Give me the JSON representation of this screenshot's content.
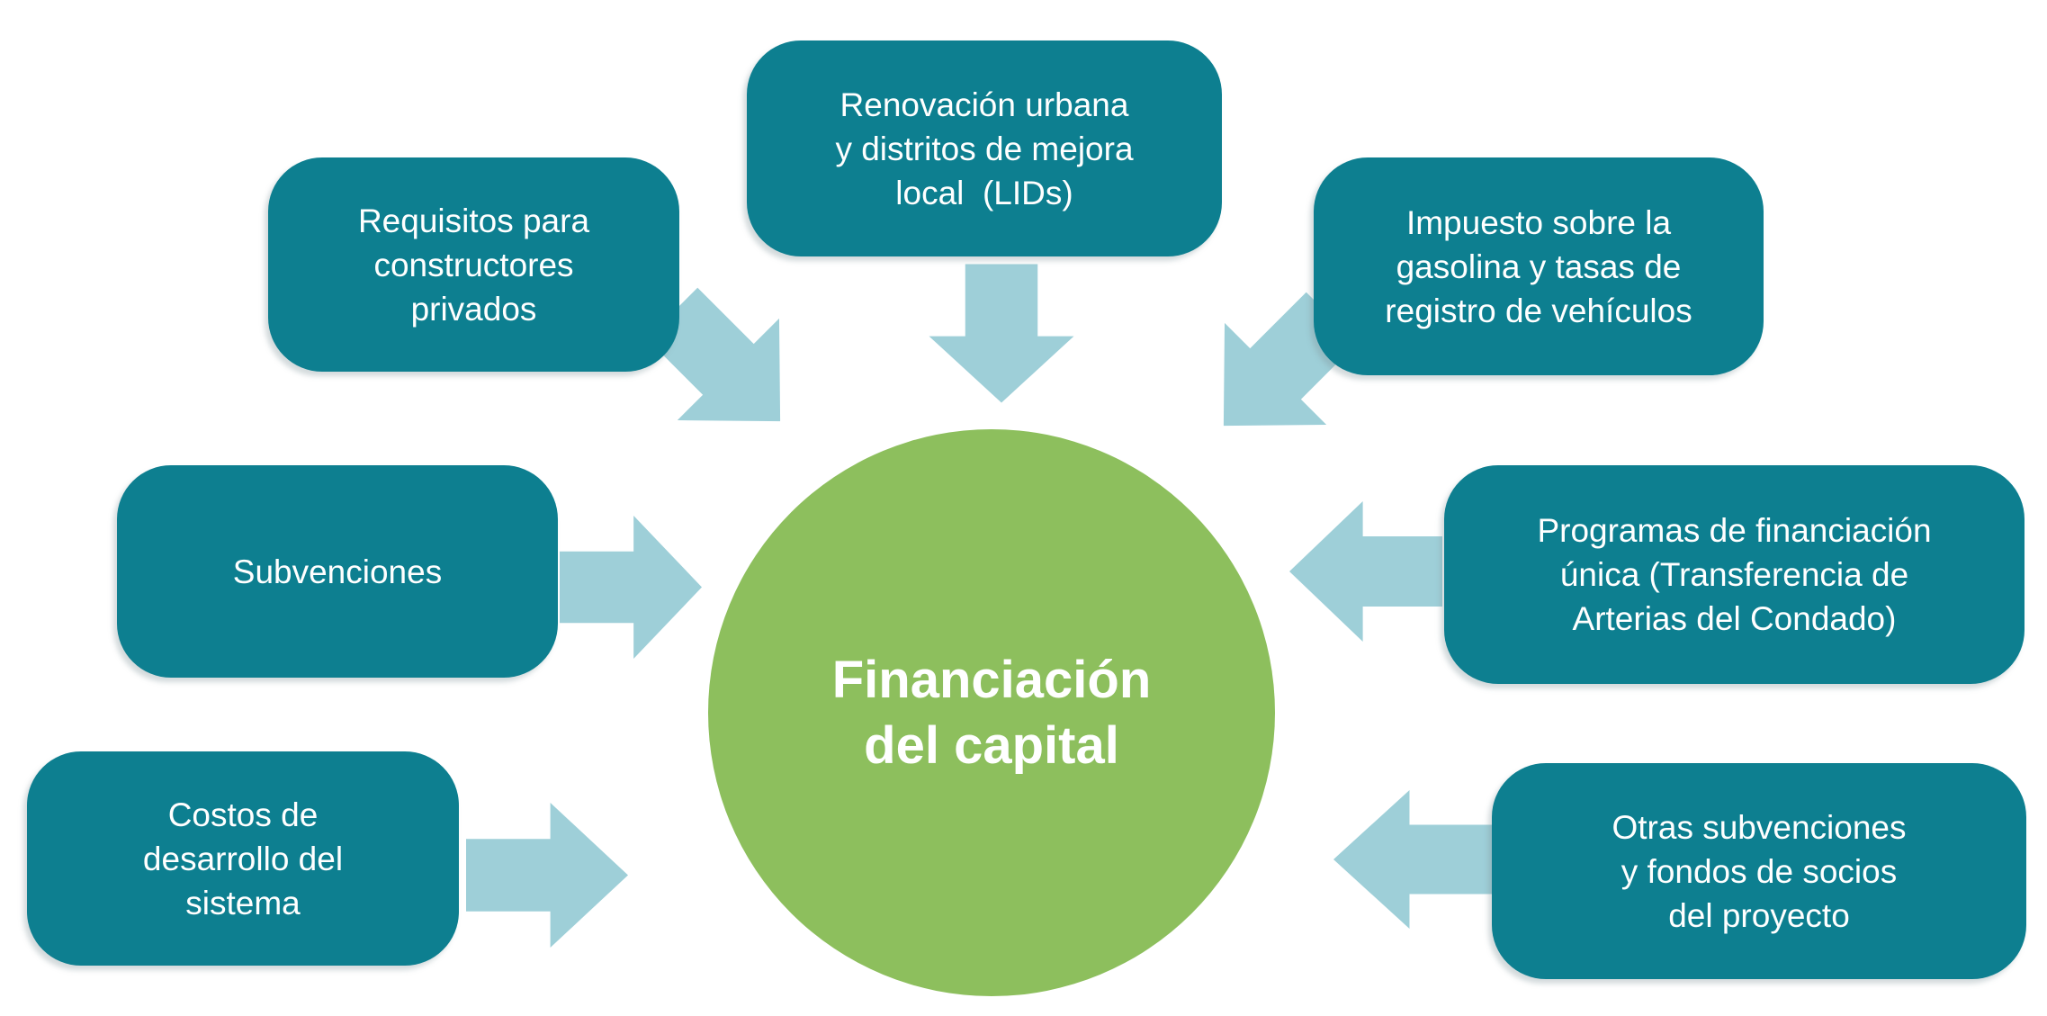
{
  "diagram": {
    "title": "Financiación del capital",
    "colors": {
      "node_fill": "#0D7F90",
      "arrow_fill": "#9ECFD8",
      "center_fill": "#8DBF5D",
      "text": "#FFFFFF",
      "background": "#FFFFFF"
    },
    "center": {
      "label": "Financiación del capital",
      "lines": [
        "Financiación",
        "del capital"
      ]
    },
    "nodes": [
      {
        "id": "requisitos",
        "label": "Requisitos para constructores privados",
        "lines": [
          "Requisitos para",
          "constructores",
          "privados"
        ]
      },
      {
        "id": "renovacion",
        "label": "Renovación urbana y distritos de mejora local (LIDs)",
        "lines": [
          "Renovación urbana",
          "y distritos de mejora",
          "local  (LIDs)"
        ]
      },
      {
        "id": "impuesto",
        "label": "Impuesto sobre la gasolina y tasas de registro de vehículos",
        "lines": [
          "Impuesto sobre la",
          "gasolina y tasas de",
          "registro de vehículos"
        ]
      },
      {
        "id": "subvenciones",
        "label": "Subvenciones",
        "lines": [
          "Subvenciones"
        ]
      },
      {
        "id": "programas",
        "label": "Programas de financiación única (Transferencia de Arterias del Condado)",
        "lines": [
          "Programas de financiación",
          "única (Transferencia de",
          "Arterias del Condado)"
        ]
      },
      {
        "id": "costos",
        "label": "Costos de desarrollo del sistema",
        "lines": [
          "Costos de",
          "desarrollo del",
          "sistema"
        ]
      },
      {
        "id": "otras",
        "label": "Otras subvenciones y fondos de socios del proyecto",
        "lines": [
          "Otras subvenciones",
          "y fondos de socios",
          "del proyecto"
        ]
      }
    ],
    "arrows": [
      {
        "from": "requisitos",
        "to": "center",
        "direction": "down-right"
      },
      {
        "from": "renovacion",
        "to": "center",
        "direction": "down"
      },
      {
        "from": "impuesto",
        "to": "center",
        "direction": "down-left"
      },
      {
        "from": "subvenciones",
        "to": "center",
        "direction": "right"
      },
      {
        "from": "programas",
        "to": "center",
        "direction": "left"
      },
      {
        "from": "costos",
        "to": "center",
        "direction": "right"
      },
      {
        "from": "otras",
        "to": "center",
        "direction": "left"
      }
    ]
  }
}
